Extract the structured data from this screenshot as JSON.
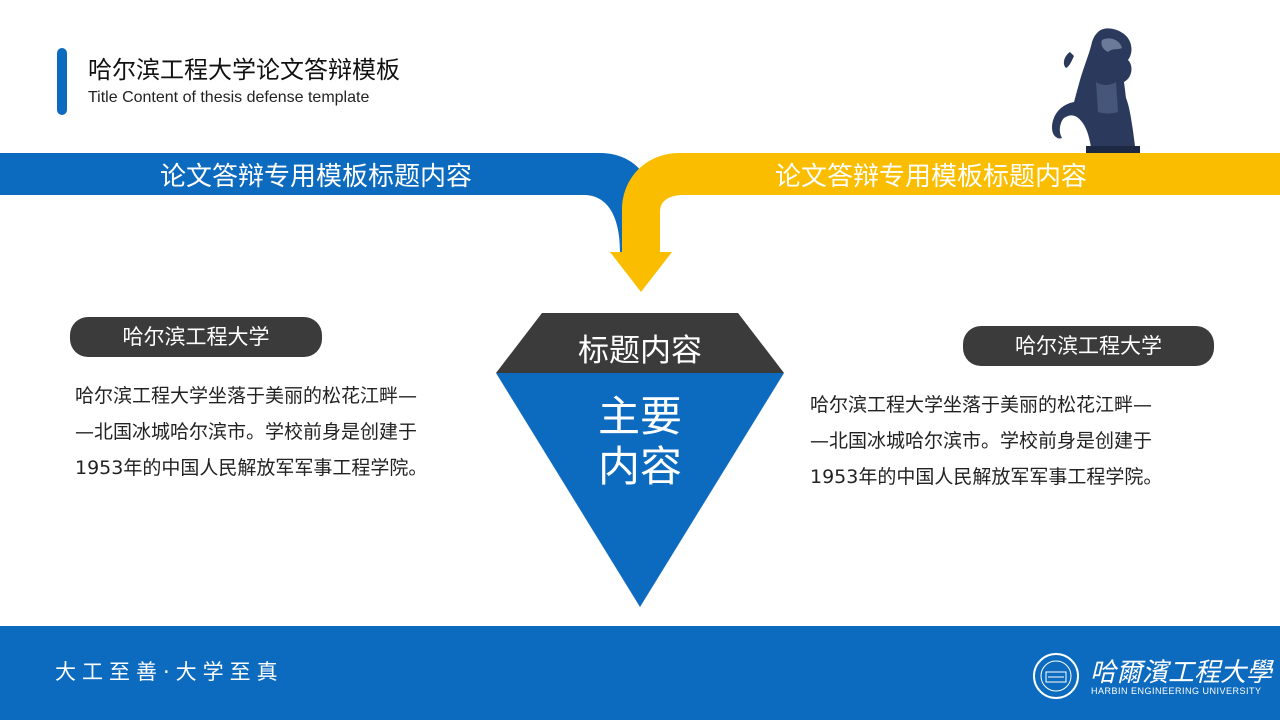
{
  "header": {
    "title_cn": "哈尔滨工程大学论文答辩模板",
    "title_en": "Title Content of thesis defense template"
  },
  "ribbons": {
    "left_text": "论文答辩专用模板标题内容",
    "right_text": "论文答辩专用模板标题内容",
    "left_color": "#0d6bbf",
    "right_color": "#fbbd00"
  },
  "left_block": {
    "label": "哈尔滨工程大学",
    "lines": [
      "哈尔滨工程大学坐落于美丽的松花江畔—",
      "—北国冰城哈尔滨市。学校前身是创建于",
      "1953年的中国人民解放军军事工程学院。"
    ]
  },
  "right_block": {
    "label": "哈尔滨工程大学",
    "lines": [
      "哈尔滨工程大学坐落于美丽的松花江畔—",
      "—北国冰城哈尔滨市。学校前身是创建于",
      "1953年的中国人民解放军军事工程学院。"
    ]
  },
  "center": {
    "top_text": "标题内容",
    "main_line1": "主要",
    "main_line2": "内容",
    "top_color": "#3b3b3b",
    "main_color": "#0d6bbf"
  },
  "footer": {
    "motto": "大工至善·大学至真",
    "logo_cn": "哈爾濱工程大學",
    "logo_en": "HARBIN ENGINEERING UNIVERSITY",
    "color": "#0d6bbf"
  },
  "icons": {
    "statue": "stone-lion-statue-icon",
    "seal": "university-seal-icon"
  }
}
